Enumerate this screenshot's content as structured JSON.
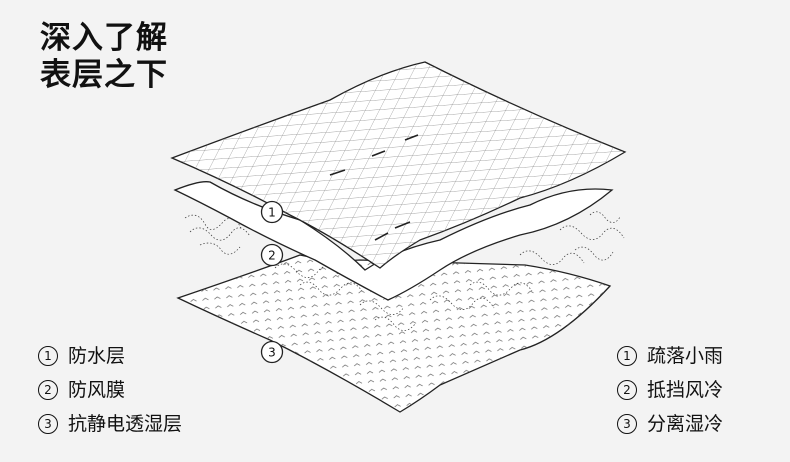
{
  "title": {
    "line1": "深入了解",
    "line2": "表层之下"
  },
  "diagram": {
    "callouts": [
      "1",
      "2",
      "3"
    ]
  },
  "legend_left": [
    {
      "num": "1",
      "text": "防水层"
    },
    {
      "num": "2",
      "text": "防风膜"
    },
    {
      "num": "3",
      "text": "抗静电透湿层"
    }
  ],
  "legend_right": [
    {
      "num": "1",
      "text": "疏落小雨"
    },
    {
      "num": "2",
      "text": "抵挡风冷"
    },
    {
      "num": "3",
      "text": "分离湿冷"
    }
  ]
}
